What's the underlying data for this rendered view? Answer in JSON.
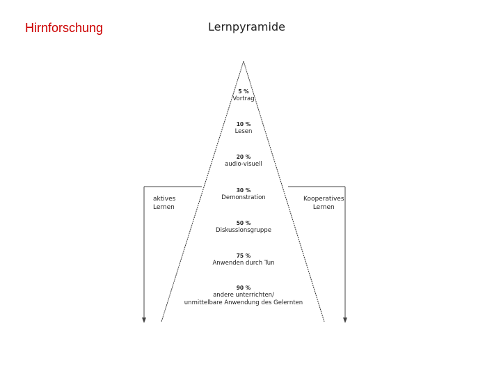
{
  "slide": {
    "title": "Hirnforschung"
  },
  "diagram": {
    "title": "Lernpyramide",
    "left_label": {
      "line1": "aktives",
      "line2": "Lernen"
    },
    "right_label": {
      "line1": "Kooperatives",
      "line2": "Lernen"
    },
    "levels": [
      {
        "percent": "5 %",
        "label": "Vortrag"
      },
      {
        "percent": "10 %",
        "label": "Lesen"
      },
      {
        "percent": "20 %",
        "label": "audio-visuell"
      },
      {
        "percent": "30 %",
        "label": "Demonstration"
      },
      {
        "percent": "50 %",
        "label": "Diskussionsgruppe"
      },
      {
        "percent": "75 %",
        "label": "Anwenden durch Tun"
      },
      {
        "percent": "90 %",
        "label": "andere unterrichten/",
        "label2": "unmittelbare Anwendung des Gelernten"
      }
    ]
  },
  "colors": {
    "title_red": "#cc0000",
    "line_gray": "#333333"
  }
}
